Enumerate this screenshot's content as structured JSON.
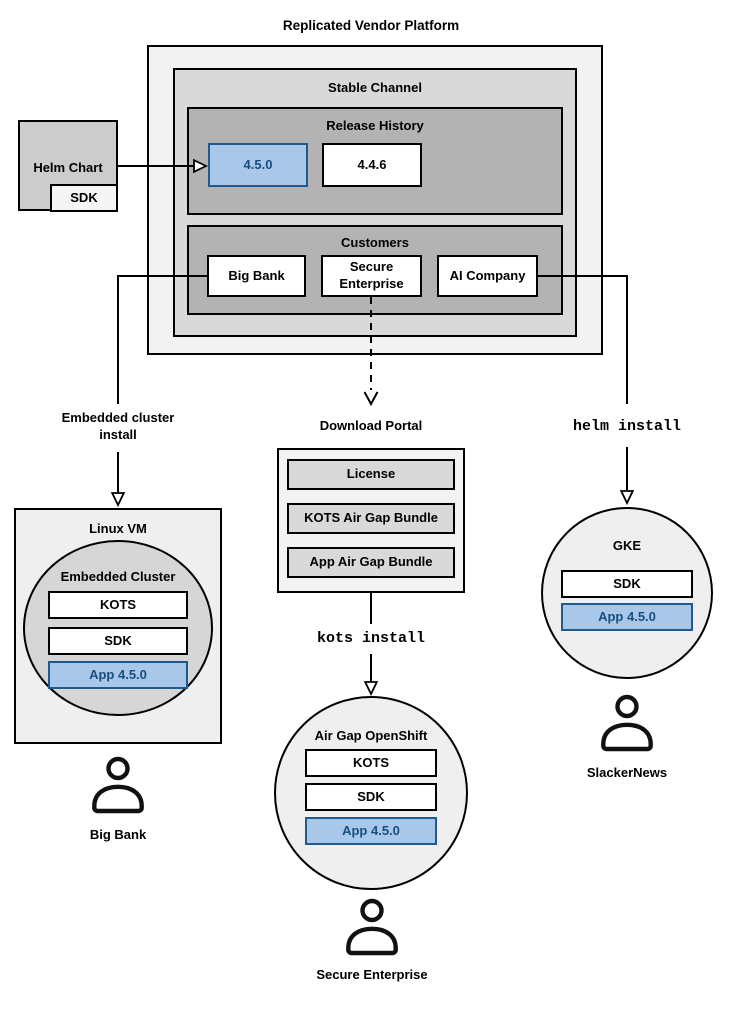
{
  "title": "Replicated Vendor Platform",
  "platform": {
    "stable_channel": {
      "label": "Stable Channel",
      "release_history": {
        "label": "Release History",
        "releases": [
          {
            "version": "4.5.0",
            "highlighted": true
          },
          {
            "version": "4.4.6",
            "highlighted": false
          }
        ]
      },
      "customers": {
        "label": "Customers",
        "items": [
          {
            "name": "Big Bank"
          },
          {
            "name": "Secure Enterprise"
          },
          {
            "name": "AI Company"
          }
        ]
      }
    }
  },
  "helm_chart": {
    "label": "Helm Chart",
    "sdk": "SDK"
  },
  "edges": {
    "embedded_install": "Embedded cluster install",
    "kots_install": "kots install",
    "helm_install": "helm install"
  },
  "download_portal": {
    "label": "Download Portal",
    "items": [
      {
        "name": "License"
      },
      {
        "name": "KOTS Air Gap Bundle"
      },
      {
        "name": "App Air Gap Bundle"
      }
    ]
  },
  "linux_vm": {
    "label": "Linux VM",
    "embedded_cluster": {
      "label": "Embedded Cluster",
      "components": [
        {
          "name": "KOTS",
          "highlighted": false
        },
        {
          "name": "SDK",
          "highlighted": false
        },
        {
          "name": "App 4.5.0",
          "highlighted": true
        }
      ]
    },
    "persona": "Big Bank"
  },
  "air_gap_openshift": {
    "label": "Air Gap OpenShift",
    "components": [
      {
        "name": "KOTS",
        "highlighted": false
      },
      {
        "name": "SDK",
        "highlighted": false
      },
      {
        "name": "App 4.5.0",
        "highlighted": true
      }
    ],
    "persona": "Secure Enterprise"
  },
  "gke": {
    "label": "GKE",
    "components": [
      {
        "name": "SDK",
        "highlighted": false
      },
      {
        "name": "App 4.5.0",
        "highlighted": true
      }
    ],
    "persona": "SlackerNews"
  },
  "colors": {
    "highlight_fill": "#a9c7e9",
    "highlight_border": "#20598c",
    "highlight_text": "#174e7f",
    "box_gray_light": "#f2f2f2",
    "box_gray_mid": "#d9d9d9",
    "box_gray_dark": "#b3b3b3"
  }
}
